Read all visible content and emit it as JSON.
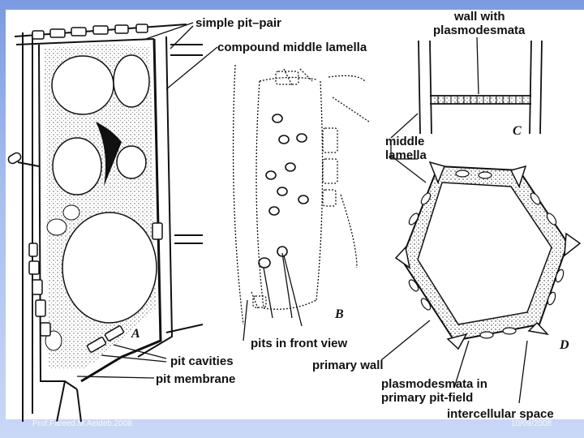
{
  "figure": {
    "labels": {
      "simple_pit_pair": "simple pit–pair",
      "compound_middle_lamella": "compound middle lamella",
      "wall_with_plasmodesmata_1": "wall with",
      "wall_with_plasmodesmata_2": "plasmodesmata",
      "middle_lamella_1": "middle",
      "middle_lamella_2": "lamella",
      "pits_in_front_view": "pits in front view",
      "primary_wall": "primary wall",
      "pit_cavities": "pit cavities",
      "pit_membrane": "pit membrane",
      "plasmodesmata_in_1": "plasmodesmata in",
      "plasmodesmata_in_2": "primary pit-field",
      "intercellular_space": "intercellular space"
    },
    "panel_letters": {
      "a": "A",
      "b": "B",
      "c": "C",
      "d": "D"
    }
  },
  "footer": {
    "left": "Prof.Fareed.M.Aeldeb.2008",
    "right": "10/09/2008"
  },
  "colors": {
    "line": "#111111",
    "background_top": "#7b9be0",
    "panel": "#ffffff"
  }
}
